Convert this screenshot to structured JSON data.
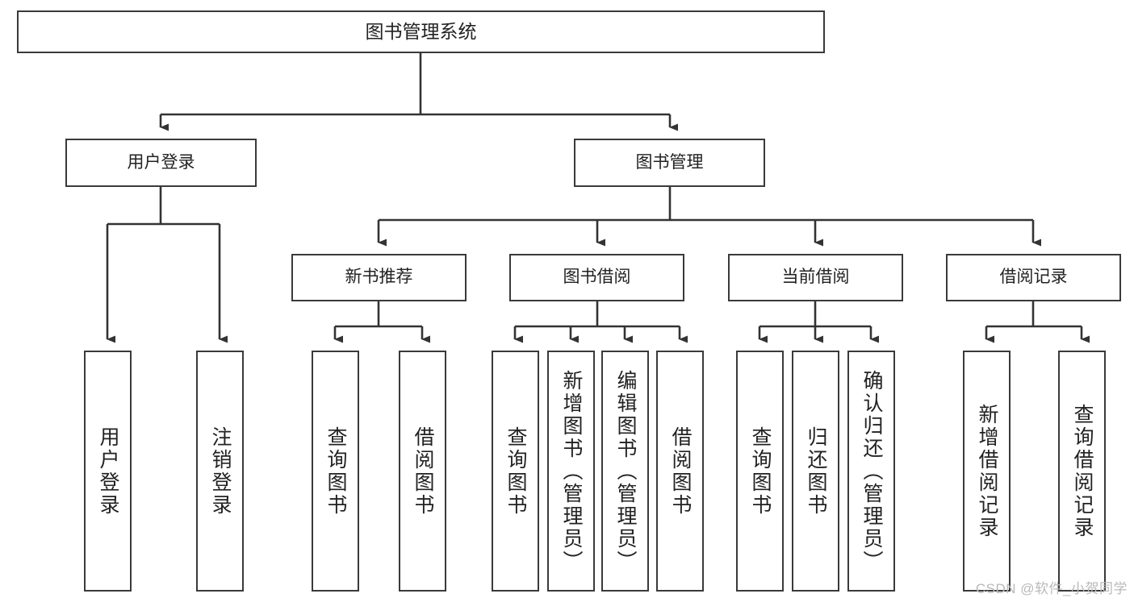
{
  "diagram": {
    "title": "图书管理系统",
    "type": "tree-hierarchy",
    "watermark": "CSDN @软件_小贺同学",
    "colors": {
      "box_border": "#3a3a3a",
      "box_fill": "#ffffff",
      "connector": "#333333",
      "text": "#222222",
      "watermark": "#b9b9b9"
    },
    "root": {
      "label": "图书管理系统"
    },
    "level1": [
      {
        "label": "用户登录"
      },
      {
        "label": "图书管理"
      }
    ],
    "level2": [
      {
        "label": "新书推荐"
      },
      {
        "label": "图书借阅"
      },
      {
        "label": "当前借阅"
      },
      {
        "label": "借阅记录"
      }
    ],
    "leaves": {
      "user_login": [
        {
          "label": "用户登录"
        },
        {
          "label": "注销登录"
        }
      ],
      "new_book_recommend": [
        {
          "label": "查询图书"
        },
        {
          "label": "借阅图书"
        }
      ],
      "book_borrow": [
        {
          "label": "查询图书"
        },
        {
          "label": "新增图书（管理员）"
        },
        {
          "label": "编辑图书（管理员）"
        },
        {
          "label": "借阅图书"
        }
      ],
      "current_borrow": [
        {
          "label": "查询图书"
        },
        {
          "label": "归还图书"
        },
        {
          "label": "确认归还（管理员）"
        }
      ],
      "borrow_record": [
        {
          "label": "新增借阅记录"
        },
        {
          "label": "查询借阅记录"
        }
      ]
    }
  }
}
